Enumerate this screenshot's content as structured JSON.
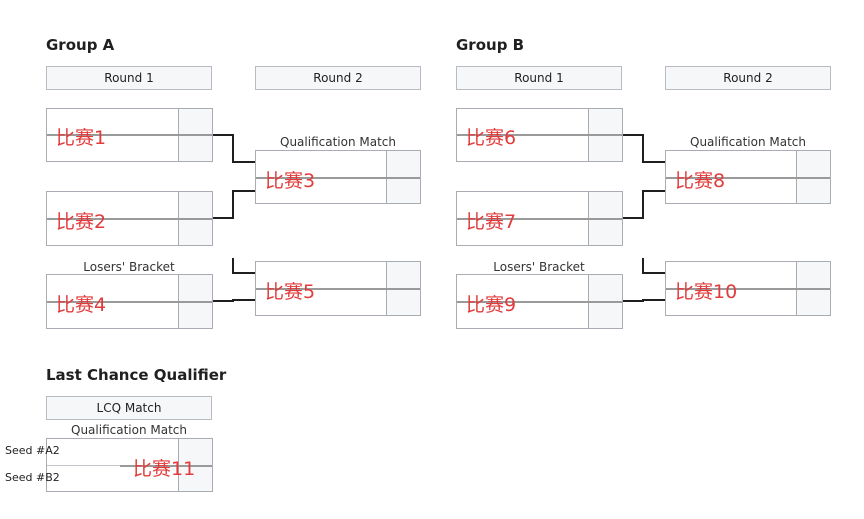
{
  "group_a": {
    "title": "Group A",
    "round1_label": "Round 1",
    "round2_label": "Round 2",
    "qualification_caption": "Qualification Match",
    "losers_caption": "Losers' Bracket",
    "matches": {
      "m1": "比赛1",
      "m2": "比赛2",
      "m3": "比赛3",
      "m4": "比赛4",
      "m5": "比赛5"
    }
  },
  "group_b": {
    "title": "Group B",
    "round1_label": "Round 1",
    "round2_label": "Round 2",
    "qualification_caption": "Qualification Match",
    "losers_caption": "Losers' Bracket",
    "matches": {
      "m6": "比赛6",
      "m7": "比赛7",
      "m8": "比赛8",
      "m9": "比赛9",
      "m10": "比赛10"
    }
  },
  "lcq": {
    "title": "Last Chance Qualifier",
    "header_label": "LCQ Match",
    "qualification_caption": "Qualification Match",
    "seed_top": "Seed #A2",
    "seed_bottom": "Seed #B2",
    "match_label": "比赛11"
  },
  "colors": {
    "overlay_text": "#e23b3b",
    "connector": "#1f1f1f",
    "header_bg": "#f6f7f9",
    "border": "#a9adb3"
  }
}
